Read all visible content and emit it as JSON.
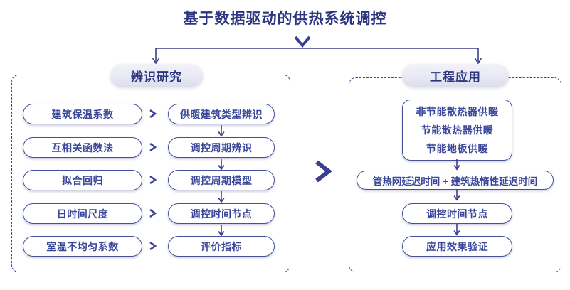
{
  "title": "基于数据驱动的供热系统调控",
  "colors": {
    "title": "#2b3580",
    "node_border": "#44509a",
    "node_text": "#39469a",
    "panel_dash": "#3a3f8f",
    "arrow": "#3a3f8f",
    "pill_text": "#2b3580"
  },
  "sections": {
    "left": {
      "header": "辨识研究",
      "inputs": [
        {
          "label": "建筑保温系数"
        },
        {
          "label": "互相关函数法"
        },
        {
          "label": "拟合回归"
        },
        {
          "label": "日时间尺度"
        },
        {
          "label": "室温不均匀系数"
        }
      ],
      "steps": [
        {
          "label": "供暖建筑类型辨识"
        },
        {
          "label": "调控周期辨识"
        },
        {
          "label": "调控周期模型"
        },
        {
          "label": "调控时间节点"
        },
        {
          "label": "评价指标"
        }
      ]
    },
    "right": {
      "header": "工程应用",
      "steps": [
        {
          "lines": [
            "非节能散热器供暖",
            "节能散热器供暖",
            "节能地板供暖"
          ]
        },
        {
          "label": "管热网延迟时间 + 建筑热惰性延迟时间"
        },
        {
          "label": "调控时间节点"
        },
        {
          "label": "应用效果验证"
        }
      ]
    }
  },
  "icons": {
    "flow_chevron": "chevron-right-icon",
    "flow_down": "arrow-down-icon",
    "branch_chevron": "chevron-down-icon",
    "section_link": "chevron-right-large-icon"
  }
}
